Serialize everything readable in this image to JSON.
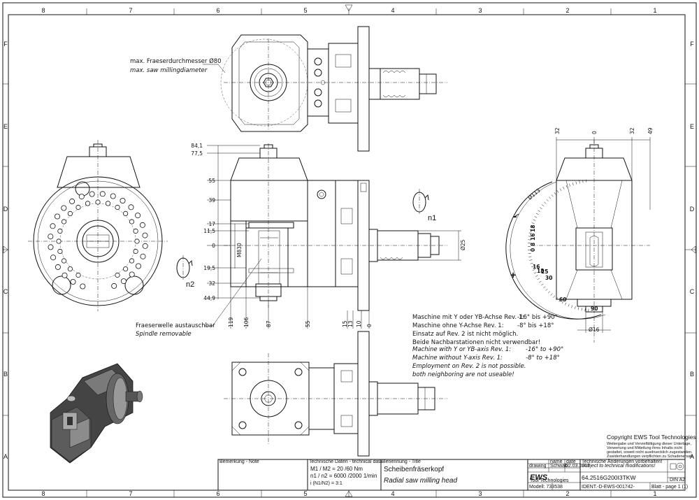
{
  "border": {
    "columns_top": [
      "8",
      "7",
      "6",
      "5",
      "4",
      "3",
      "2",
      "1"
    ],
    "columns_bottom": [
      "8",
      "7",
      "6",
      "5",
      "4",
      "3",
      "2",
      "1"
    ],
    "rows_left": [
      "F",
      "E",
      "D",
      "C",
      "B",
      "A"
    ],
    "rows_right": [
      "F",
      "E",
      "D",
      "C",
      "B",
      "A"
    ]
  },
  "annotations": {
    "max_cutter_de": "max. Fraeserdurchmesser Ø80",
    "max_cutter_en": "max. saw millingdiameter",
    "spindle_de": "Fraeserwelle austauschbar",
    "spindle_en": "Spindle removable",
    "n1": "n1",
    "n2": "n2",
    "thread": "M830",
    "dia25": "Ø25",
    "dia113": "Ø113",
    "dia16": "Ø16",
    "rotation_minus": "-",
    "rotation_plus": "+"
  },
  "dimensions": {
    "vertical": [
      "84,1",
      "77,5",
      "55",
      "39",
      "17",
      "11,5",
      "0",
      "19,5",
      "32",
      "44,9"
    ],
    "horizontal": [
      "119",
      "106",
      "87",
      "55",
      "15",
      "13",
      "10",
      "0"
    ],
    "top_right": [
      "32",
      "0",
      "32",
      "49"
    ],
    "scale_angles": [
      "18",
      "16",
      "8",
      "0",
      "16",
      "18",
      "25",
      "30",
      "60",
      "90"
    ],
    "scale_bottom": "90"
  },
  "notes_de": [
    {
      "text": "Maschine mit Y oder YB-Achse Rev. 1:",
      "value": "-16° bis +90°"
    },
    {
      "text": "Maschine ohne Y-Achse             Rev. 1:",
      "value": "-8° bis +18°"
    },
    {
      "text": "Einsatz auf Rev. 2 ist nicht möglich.",
      "value": ""
    },
    {
      "text": "Beide Nachbarstationen nicht verwendbar!",
      "value": ""
    }
  ],
  "notes_en": [
    {
      "text": "Machine with Y or YB-axis    Rev. 1:",
      "value": "-16° to +90°"
    },
    {
      "text": "Machine without Y-axis          Rev. 1:",
      "value": "-8° to +18°"
    },
    {
      "text": "Employment on Rev. 2 is not possible.",
      "value": ""
    },
    {
      "text": "both neighboring are not useable!",
      "value": ""
    }
  ],
  "copyright": {
    "title": "Copyright EWS Tool Technologies",
    "lines": [
      "Weitergabe und Vervielfältigung dieser Unterlage,",
      "Verwertung und Mitteilung ihres Inhalts nicht",
      "gestattet, soweit nicht ausdruecklich zugestanden.",
      "Zuwiderhandlungen verpflichten zu Schadenersatz."
    ]
  },
  "title_block": {
    "remark_label": "Bemerkung - Note",
    "tech_label": "Technische Daten - technical data",
    "torque": "M1 / M2 = 20 /60  Nm",
    "speed": "n1 / n2 = 6000 /2000  1/min",
    "ratio": "i  (N1/N2) = 3:1",
    "designation_label": "Benennung - Title",
    "title_de": "Scheibenfräserkopf",
    "title_en": "Radial saw milling head",
    "col_name": "name",
    "col_date": "date",
    "drawing_label": "drawing",
    "drawing_name": "Schwab",
    "drawing_date": "02.03.2007",
    "tech_change_de": "Technische Änderungen vorbehalten!",
    "tech_change_en": "Subject to technical modifications!",
    "company": "EWS",
    "company_sub": "Tool Technologies",
    "part_number": "64.2516G200I3TKW",
    "sheet_format": "DIN A2",
    "sheet": "Blatt - page  1 (1)",
    "model": "Modell: 733538",
    "ident": "IDENT.-D-EWS-001742-"
  }
}
